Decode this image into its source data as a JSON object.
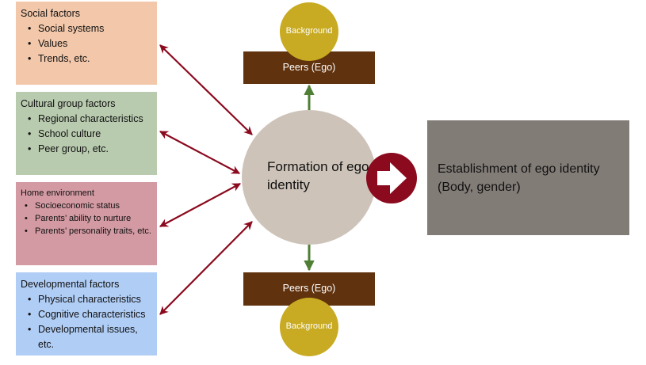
{
  "factors": [
    {
      "title": "Social factors",
      "items": [
        "Social systems",
        "Values",
        "Trends, etc."
      ],
      "color": "#f2c7aa"
    },
    {
      "title": "Cultural group factors",
      "items": [
        "Regional characteristics",
        "School culture",
        "Peer group, etc."
      ],
      "color": "#b9cbaf"
    },
    {
      "title": "Home environment",
      "items": [
        "Socioeconomic status",
        "Parents’ ability to nurture",
        "Parents’ personality traits, etc."
      ],
      "color": "#d39aa3"
    },
    {
      "title": "Developmental factors",
      "items": [
        "Physical characteristics",
        "Cognitive characteristics",
        "Developmental issues, etc."
      ],
      "color": "#b0cdf5"
    }
  ],
  "peers_top": {
    "label": "Peers (Ego)"
  },
  "peers_bottom": {
    "label": "Peers (Ego)"
  },
  "background_top": {
    "label": "Background"
  },
  "background_bottom": {
    "label": "Background"
  },
  "center": {
    "label": "Formation of ego identity"
  },
  "result": {
    "label": "Establishment of ego identity (Body, gender)"
  },
  "colors": {
    "arrow_red": "#8b0a1e",
    "arrow_green": "#4f7f35",
    "peers_brown": "#60320e",
    "background_gold": "#c8ab22",
    "center_circle": "#cdc3b9",
    "result_box": "#827c77",
    "next_icon": "#8b0a1e"
  }
}
